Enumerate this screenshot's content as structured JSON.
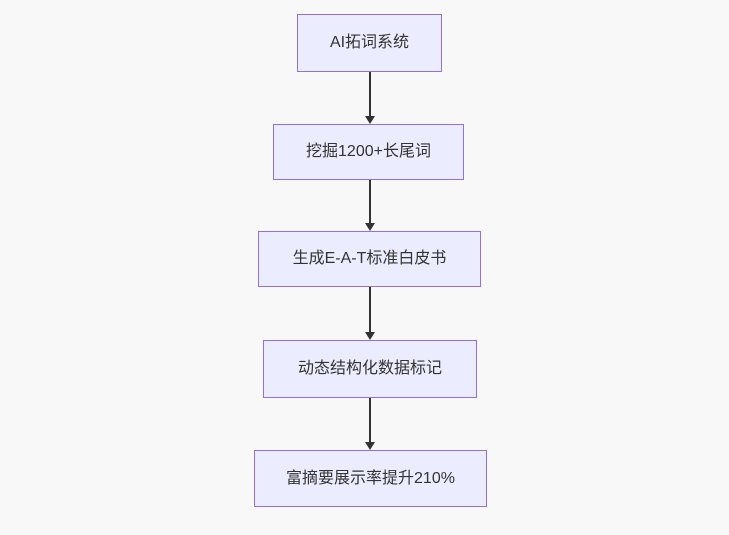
{
  "diagram": {
    "type": "flowchart",
    "direction": "top-down",
    "background_color": "#f8f8f8",
    "node_fill_color": "#ECECFF",
    "node_border_color": "#9370DB",
    "node_text_color": "#333333",
    "arrow_color": "#333333",
    "nodes": [
      {
        "label": "AI拓词系统"
      },
      {
        "label": "挖掘1200+长尾词"
      },
      {
        "label": "生成E-A-T标准白皮书"
      },
      {
        "label": "动态结构化数据标记"
      },
      {
        "label": "富摘要展示率提升210%"
      }
    ],
    "edges": [
      {
        "from": 0,
        "to": 1
      },
      {
        "from": 1,
        "to": 2
      },
      {
        "from": 2,
        "to": 3
      },
      {
        "from": 3,
        "to": 4
      }
    ]
  }
}
